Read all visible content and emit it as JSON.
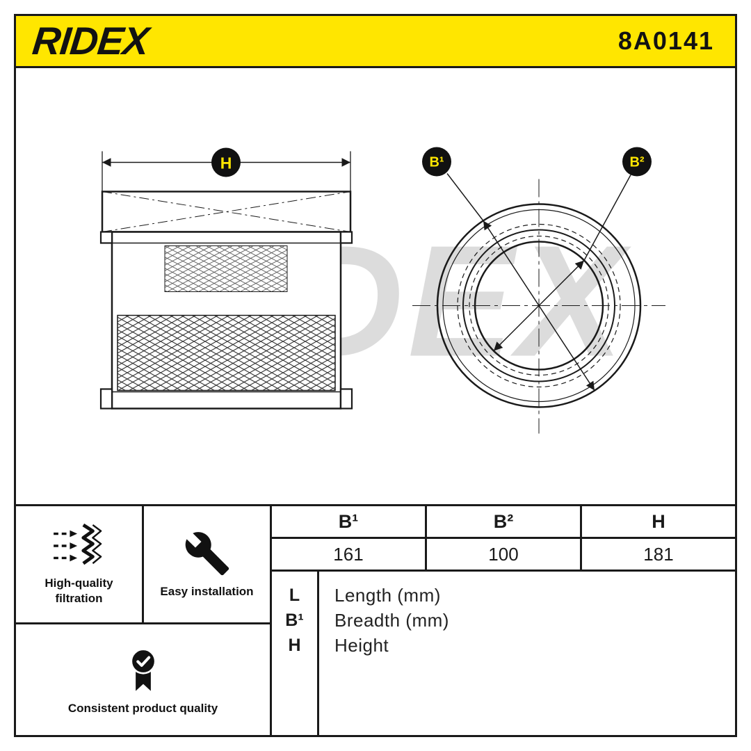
{
  "colors": {
    "accent_yellow": "#FFE600",
    "line_black": "#1A1A1A",
    "watermark_gray": "#DCDCDC"
  },
  "header": {
    "brand": "RIDEX",
    "part_number": "8A0141"
  },
  "drawing": {
    "watermark": "RIDEX",
    "labels": {
      "height": "H",
      "breadth1": "B¹",
      "breadth2": "B²"
    }
  },
  "features": [
    {
      "icon": "filtration-icon",
      "label": "High-quality filtration"
    },
    {
      "icon": "wrench-icon",
      "label": "Easy installation"
    },
    {
      "icon": "quality-badge-icon",
      "label": "Consistent product quality"
    }
  ],
  "dimensions_table": {
    "headers": [
      "B¹",
      "B²",
      "H"
    ],
    "values": [
      "161",
      "100",
      "181"
    ]
  },
  "legend": [
    {
      "symbol": "L",
      "description": "Length (mm)"
    },
    {
      "symbol": "B¹",
      "description": "Breadth (mm)"
    },
    {
      "symbol": "H",
      "description": "Height"
    }
  ]
}
